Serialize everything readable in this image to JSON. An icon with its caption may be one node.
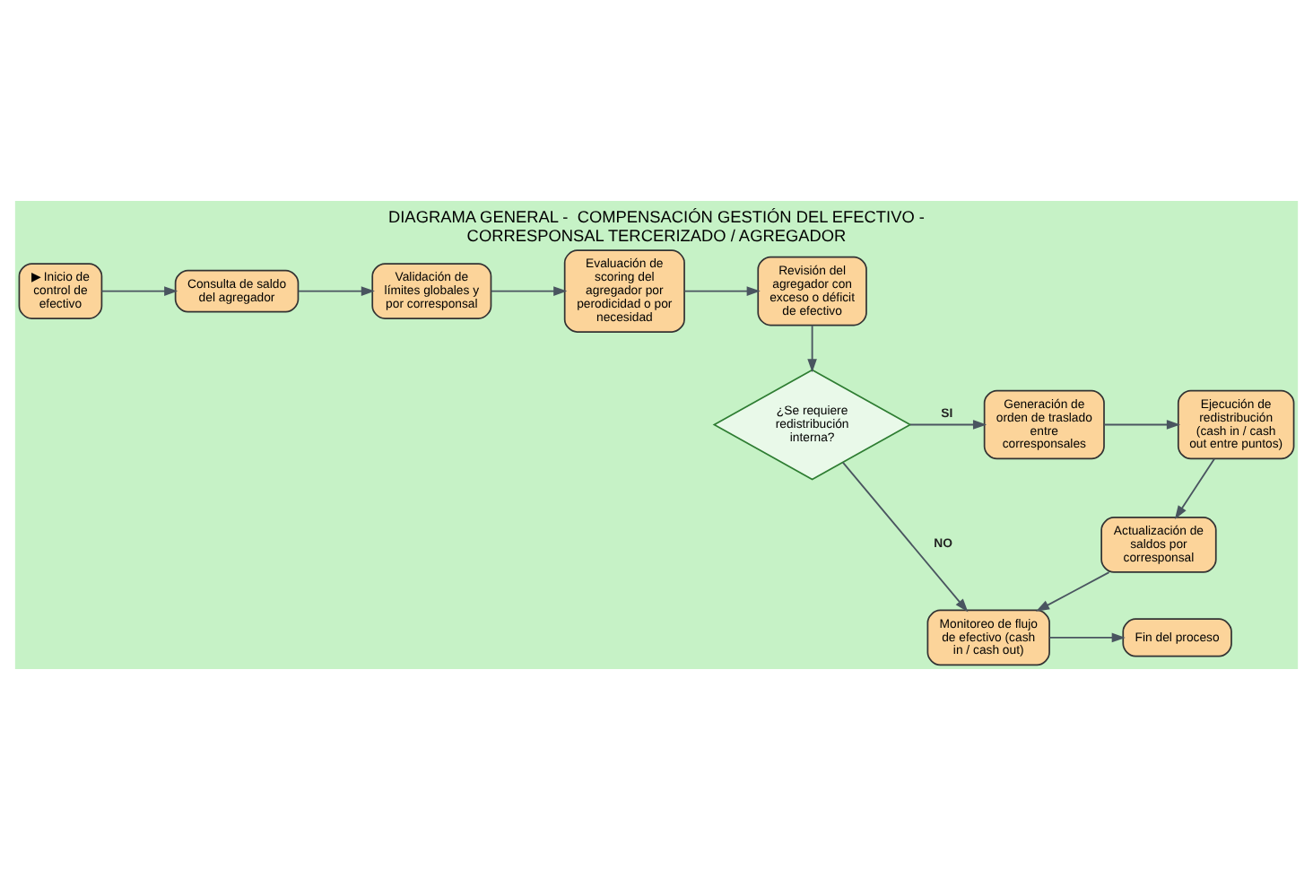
{
  "diagram": {
    "title": "DIAGRAMA GENERAL -  COMPENSACIÓN GESTIÓN DEL EFECTIVO - CORRESPONSAL TERCERIZADO / AGREGADOR",
    "nodes": [
      {
        "text": [
          "▶ Inicio de control de efectivo"
        ]
      },
      {
        "text": [
          "Consulta de saldo del agregador"
        ]
      },
      {
        "text": [
          "Validación de límites globales y por corresponsal"
        ]
      },
      {
        "text": [
          "Evaluación de scoring del agregador por perodicidad o por necesidad"
        ]
      },
      {
        "text": [
          "Revisión del agregador con exceso o déficit de efectivo"
        ]
      },
      {
        "text": [
          "¿Se requiere redistribución interna?"
        ]
      },
      {
        "text": [
          "Generación de orden de traslado entre corresponsales"
        ]
      },
      {
        "text": [
          "Ejecución de redistribución (cash in / cash out entre puntos)"
        ]
      },
      {
        "text": [
          "Actualización de saldos por corresponsal"
        ]
      },
      {
        "text": [
          "Monitoreo de flujo de efectivo (cash in / cash out)"
        ]
      },
      {
        "text": [
          "Fin del proceso"
        ]
      }
    ],
    "edges": [
      {
        "from": 0,
        "to": 1,
        "arrow": "to"
      },
      {
        "from": 1,
        "to": 2,
        "arrow": "to"
      },
      {
        "from": 2,
        "to": 3,
        "arrow": "to"
      },
      {
        "from": 3,
        "to": 4,
        "arrow": "to"
      },
      {
        "from": 4,
        "to": 5,
        "arrow": "to"
      },
      {
        "from": 5,
        "to": 6,
        "arrow": "to",
        "label": "SI"
      },
      {
        "from": 6,
        "to": 7,
        "arrow": "to"
      },
      {
        "from": 7,
        "to": 8,
        "arrow": "to"
      },
      {
        "from": 8,
        "to": 9,
        "arrow": "to"
      },
      {
        "from": 5,
        "to": 9,
        "arrow": "to",
        "label": "NO"
      },
      {
        "from": 9,
        "to": 10,
        "arrow": "to"
      }
    ]
  }
}
